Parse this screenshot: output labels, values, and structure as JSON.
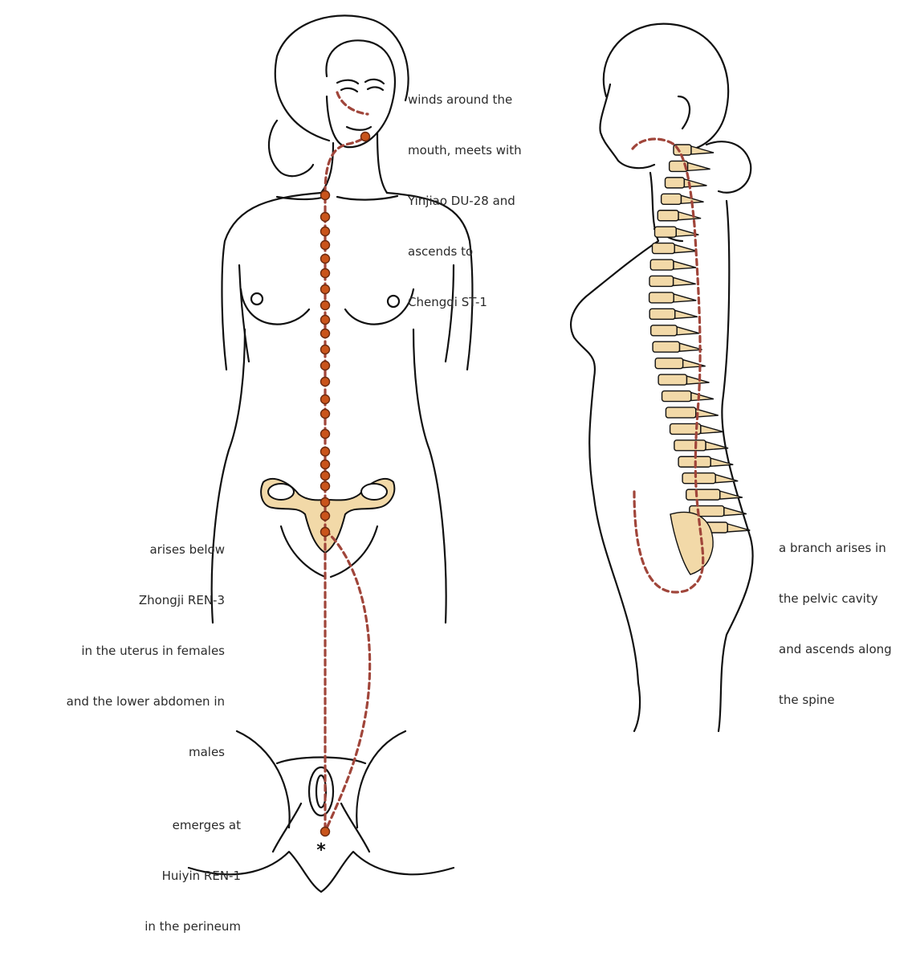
{
  "labels": {
    "mouth": [
      "winds around the",
      "mouth, meets with",
      "Yinjiao DU-28 and",
      "ascends to",
      "Chengqi ST-1"
    ],
    "arises": [
      "arises below",
      "Zhongji REN-3",
      "in the uterus in females",
      "and the lower abdomen in",
      "males"
    ],
    "emerges": [
      "emerges at",
      "Huiyin REN-1",
      "in the perineum"
    ],
    "branch": [
      "a branch arises in",
      "the pelvic cavity",
      "and ascends along",
      "the spine"
    ]
  },
  "star_mark": "*",
  "colors": {
    "channel": "#a0453a",
    "point_fill": "#c9541b",
    "point_stroke": "#6b2a10",
    "bone": "#f2d9a8",
    "outline": "#111111"
  }
}
